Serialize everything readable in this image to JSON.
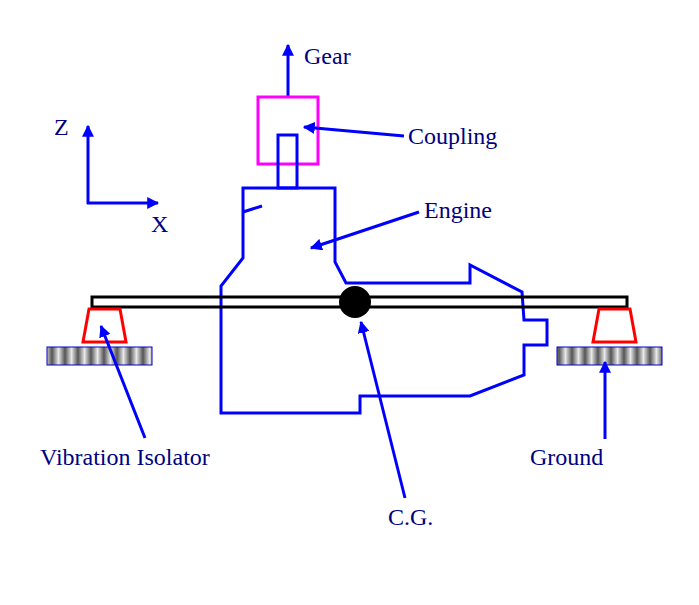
{
  "diagram": {
    "labels": [
      "Gear",
      "Coupling",
      "Engine",
      "Z",
      "X",
      "Vibration Isolator",
      "Ground",
      "C.G."
    ]
  }
}
